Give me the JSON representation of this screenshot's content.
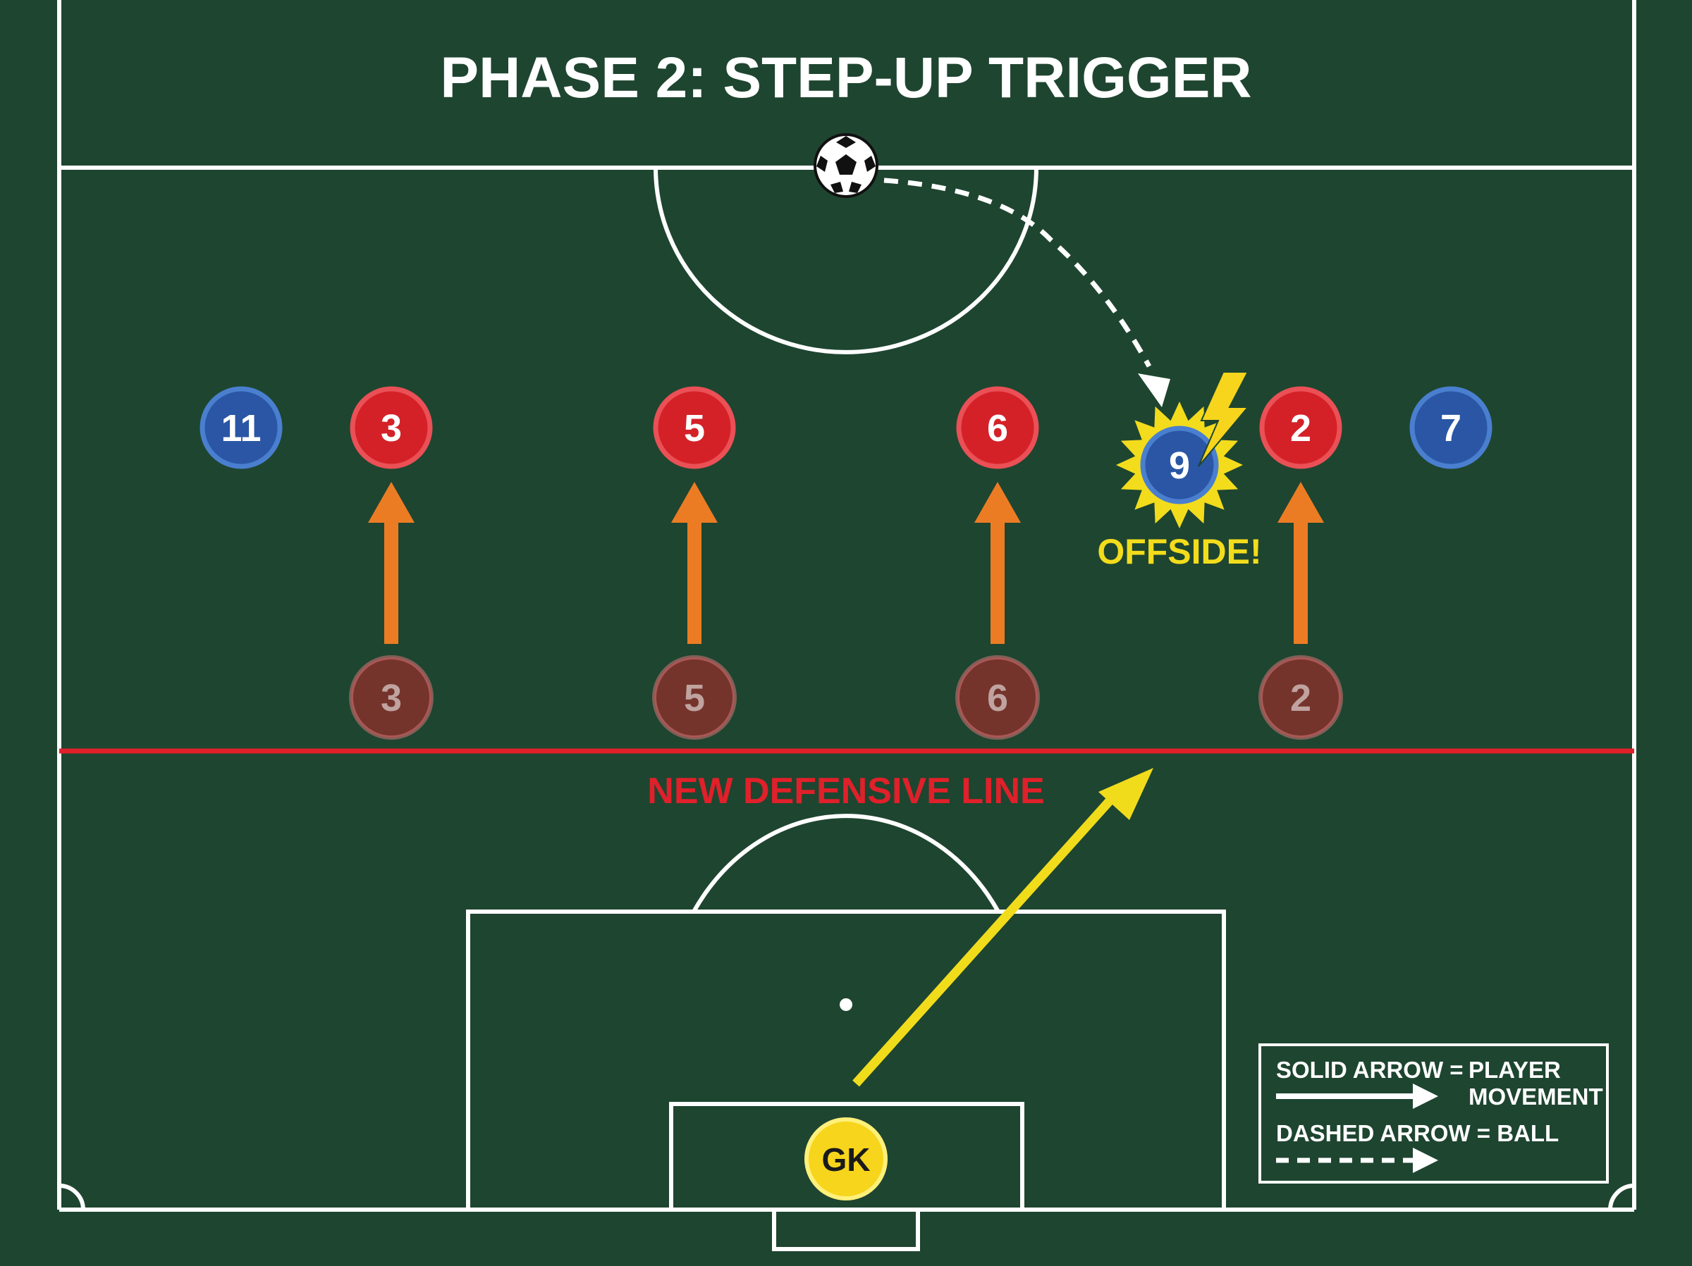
{
  "title": "PHASE 2: STEP-UP TRIGGER",
  "defensive_line_label": "NEW DEFENSIVE LINE",
  "offside_label": "OFFSIDE!",
  "colors": {
    "pitch": "#1e4530",
    "lines": "#ffffff",
    "defender": "#d42128",
    "attacker": "#2a56a5",
    "goalkeeper": "#f6d51c",
    "movement_arrow": "#ec7c24",
    "defensive_line": "#e0202a",
    "pass_arrow": "#f1dc1c",
    "offside_text": "#f3dc1c"
  },
  "players": {
    "defenders_current": [
      {
        "number": "3"
      },
      {
        "number": "5"
      },
      {
        "number": "6"
      },
      {
        "number": "2"
      }
    ],
    "defenders_previous": [
      {
        "number": "3"
      },
      {
        "number": "5"
      },
      {
        "number": "6"
      },
      {
        "number": "2"
      }
    ],
    "attackers": [
      {
        "number": "11"
      },
      {
        "number": "9",
        "status": "offside"
      },
      {
        "number": "7"
      }
    ],
    "goalkeeper": {
      "label": "GK"
    }
  },
  "icons": [
    "soccer-ball-icon",
    "lightning-bolt-icon",
    "starburst-icon"
  ],
  "legend": {
    "solid_label": "SOLID ARROW =",
    "solid_meaning_line1": "PLAYER",
    "solid_meaning_line2": "MOVEMENT",
    "dashed_label": "DASHED ARROW = BALL"
  }
}
